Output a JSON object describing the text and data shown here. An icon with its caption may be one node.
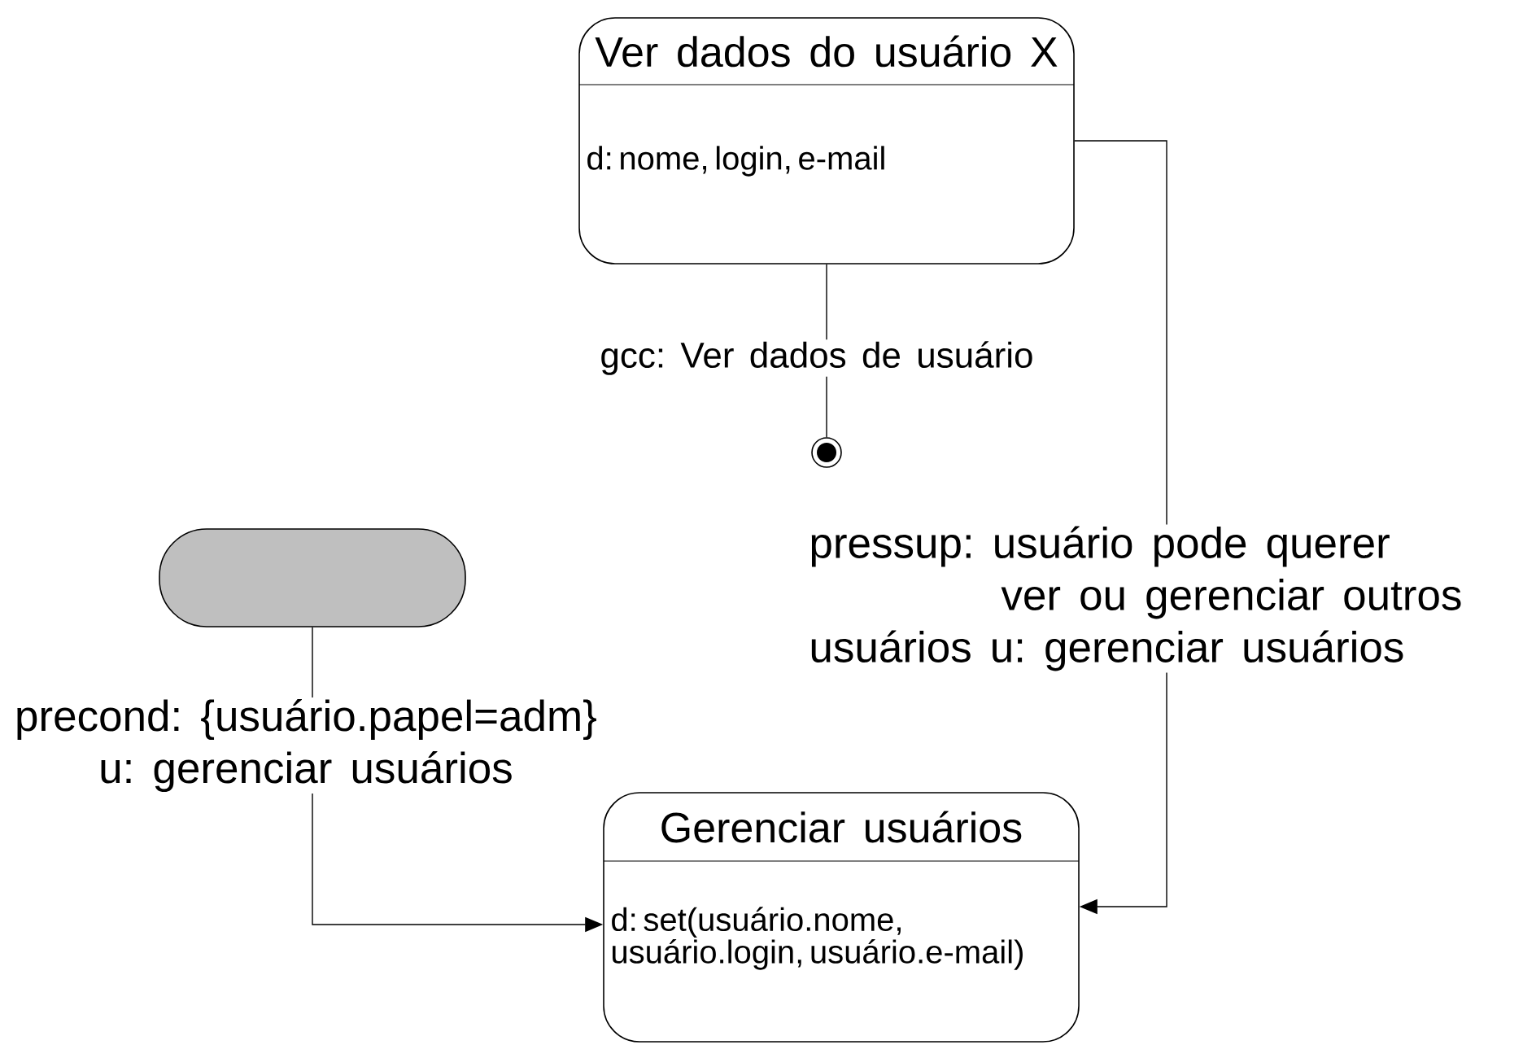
{
  "diagram": {
    "nodes": [
      {
        "text": [
          "Ver dados do usuário X",
          "d: nome, login, e-mail"
        ]
      },
      {
        "text": [],
        "shape": "circle"
      },
      {
        "text": [],
        "shape": "box"
      },
      {
        "text": [
          "Gerenciar usuários",
          "d: set(usuário.nome, usuário.login, usuário.e-mail)"
        ]
      }
    ],
    "edges": [
      {
        "from": 0,
        "to": 1,
        "arrow": "none",
        "label": "gcc: Ver dados de usuário"
      },
      {
        "from": 0,
        "to": 3,
        "arrow": "to",
        "label": "pressup: usuário pode querer ver ou gerenciar outros usuários u: gerenciar usuários"
      },
      {
        "from": 2,
        "to": 3,
        "arrow": "to",
        "label": "precond: {usuário.papel=adm} u: gerenciar usuários"
      }
    ]
  }
}
